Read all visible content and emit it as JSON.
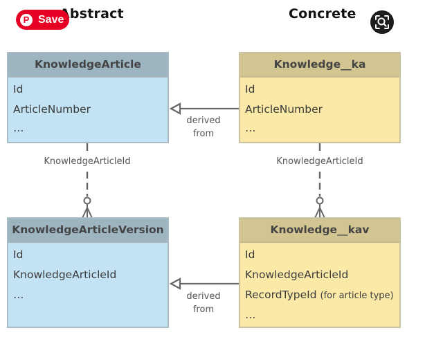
{
  "headings": {
    "abstract": "Abstract",
    "concrete": "Concrete"
  },
  "overlay": {
    "save_label": "Save",
    "pin_glyph": "P",
    "lens_icon": "visual-search-icon"
  },
  "entities": {
    "knowledge_article": {
      "title": "KnowledgeArticle",
      "fields": [
        "Id",
        "ArticleNumber",
        "…"
      ]
    },
    "knowledge_ka": {
      "title": "Knowledge__ka",
      "fields": [
        "Id",
        "ArticleNumber",
        "…"
      ]
    },
    "knowledge_article_version": {
      "title": "KnowledgeArticleVersion",
      "fields": [
        "Id",
        "KnowledgeArticleId",
        "…"
      ]
    },
    "knowledge_kav": {
      "title": "Knowledge__kav",
      "fields": [
        "Id",
        "KnowledgeArticleId",
        "RecordTypeId",
        "…"
      ],
      "record_type_note": "(for article type)"
    }
  },
  "connectors": {
    "derived_top": {
      "line1": "derived",
      "line2": "from"
    },
    "derived_bottom": {
      "line1": "derived",
      "line2": "from"
    },
    "rel_left": "KnowledgeArticleId",
    "rel_right": "KnowledgeArticleId"
  },
  "colors": {
    "abstract_body": "#c3e2f3",
    "abstract_header": "#9db4c1",
    "concrete_body": "#fbe9a7",
    "concrete_header": "#d3c592",
    "line": "#666666",
    "pinterest_red": "#e60023"
  }
}
